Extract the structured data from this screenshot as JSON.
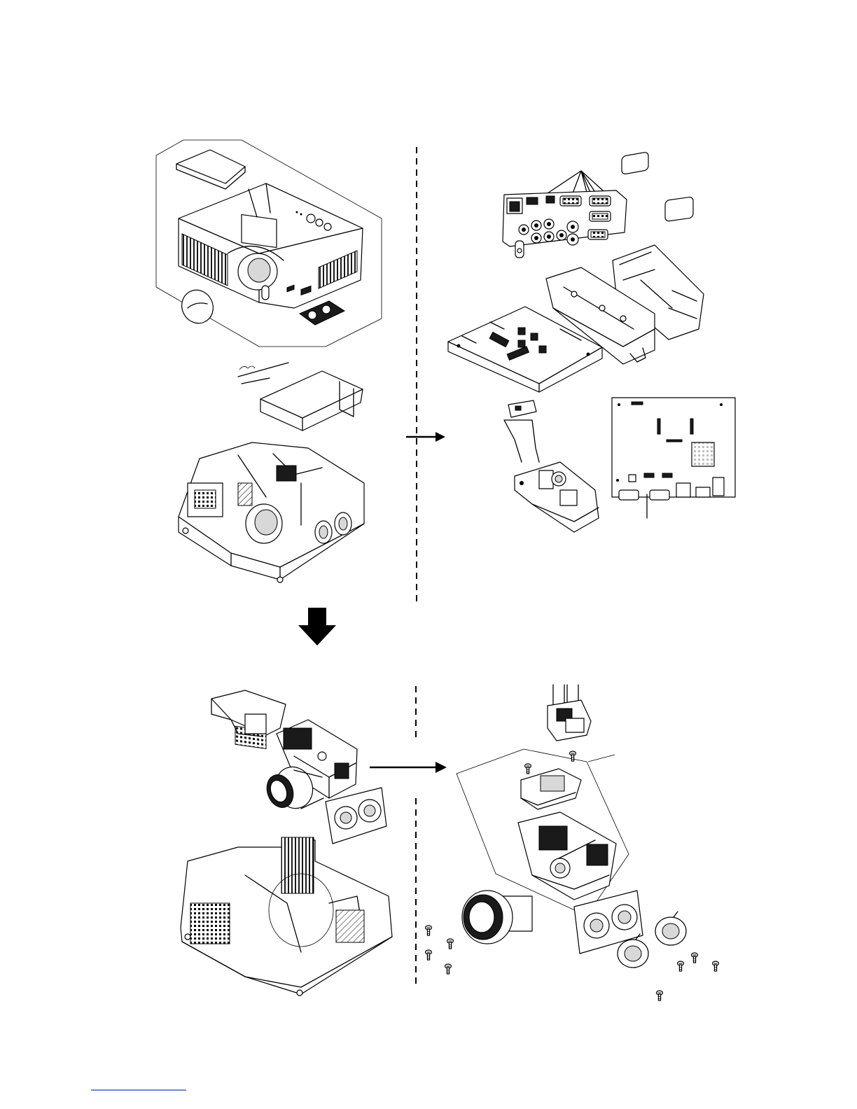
{
  "diagram": {
    "panels": [
      "top-left-cabinet-exploded",
      "top-right-board-assembly",
      "bottom-left-optical-exploded",
      "bottom-right-optical-unit"
    ],
    "colors": {
      "ink": "#000000",
      "paper": "#ffffff",
      "footer_rule": "#1a3fc4"
    },
    "icons": [
      "arrow-right-icon",
      "arrow-down-icon",
      "screw-icon",
      "speaker-icon",
      "lens-icon"
    ]
  }
}
